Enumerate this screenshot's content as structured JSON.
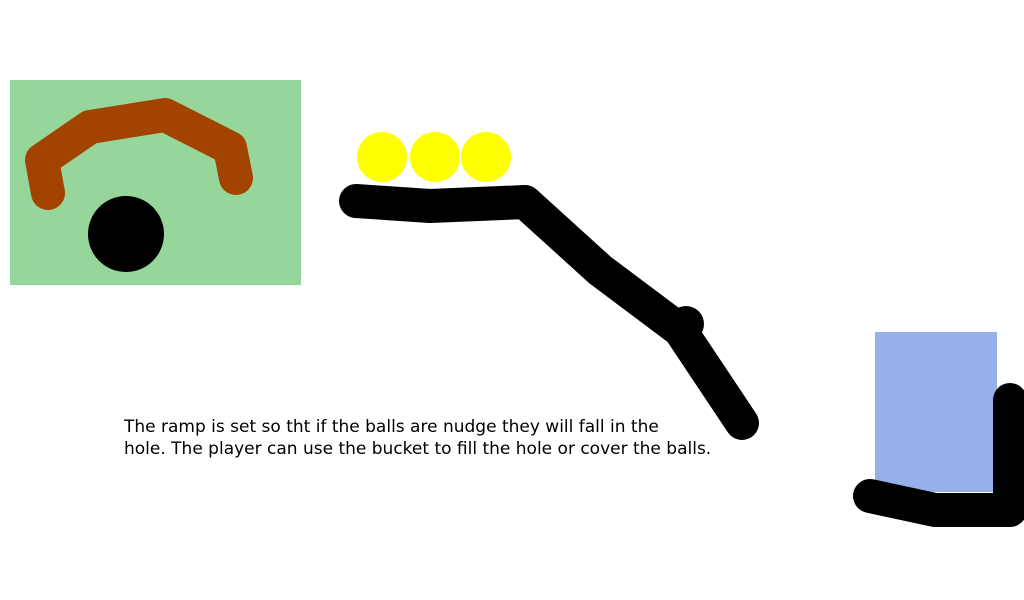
{
  "canvas": {
    "background": "#ffffff"
  },
  "scene": {
    "inset_panel": {
      "color": "#96d69b",
      "handle_color": "#a34300",
      "hole_color": "#000000"
    },
    "balls": {
      "count": 3,
      "color": "#ffff00"
    },
    "ramp": {
      "color": "#000000"
    },
    "bucket": {
      "fill_color": "#96b0ea",
      "outline_color": "#000000"
    }
  },
  "caption": {
    "line1": "The ramp is set so tht if the balls are nudge they will fall in the",
    "line2": "hole. The player can use the bucket to fill the hole or cover the balls."
  }
}
